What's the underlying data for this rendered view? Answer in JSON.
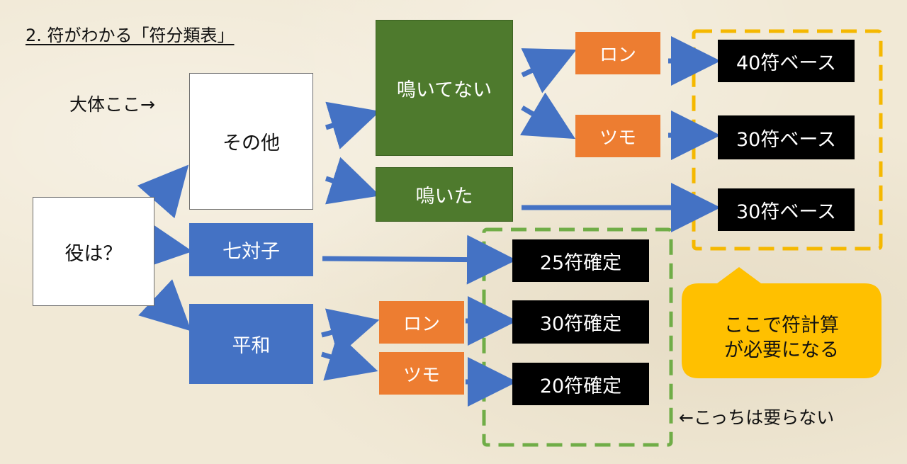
{
  "title": "2. 符がわかる「符分類表」",
  "notes": {
    "here": "大体ここ→",
    "not_needed": "←こっちは要らない"
  },
  "nodes": {
    "yaku": "役は？",
    "sonota": "その他",
    "chiitoitsu": "七対子",
    "pinfu": "平和",
    "menzen": "鳴いてない",
    "naita": "鳴いた",
    "ron_top": "ロン",
    "tsumo_top": "ツモ",
    "ron_pinfu": "ロン",
    "tsumo_pinfu": "ツモ",
    "res_40_base": "40符ベース",
    "res_30_base_a": "30符ベース",
    "res_30_base_b": "30符ベース",
    "res_25_fixed": "25符確定",
    "res_30_fixed": "30符確定",
    "res_20_fixed": "20符確定"
  },
  "callout": {
    "line1": "ここで符計算",
    "line2": "が必要になる"
  },
  "colors": {
    "background": "#f1e9d6",
    "arrow": "#4472c4",
    "green_box": "#4e7a2d",
    "blue_box": "#4472c4",
    "orange_box": "#ed7d31",
    "result_box": "#000000",
    "yellow_dash": "#f5b800",
    "green_dash": "#70ad47",
    "callout": "#ffc000"
  }
}
